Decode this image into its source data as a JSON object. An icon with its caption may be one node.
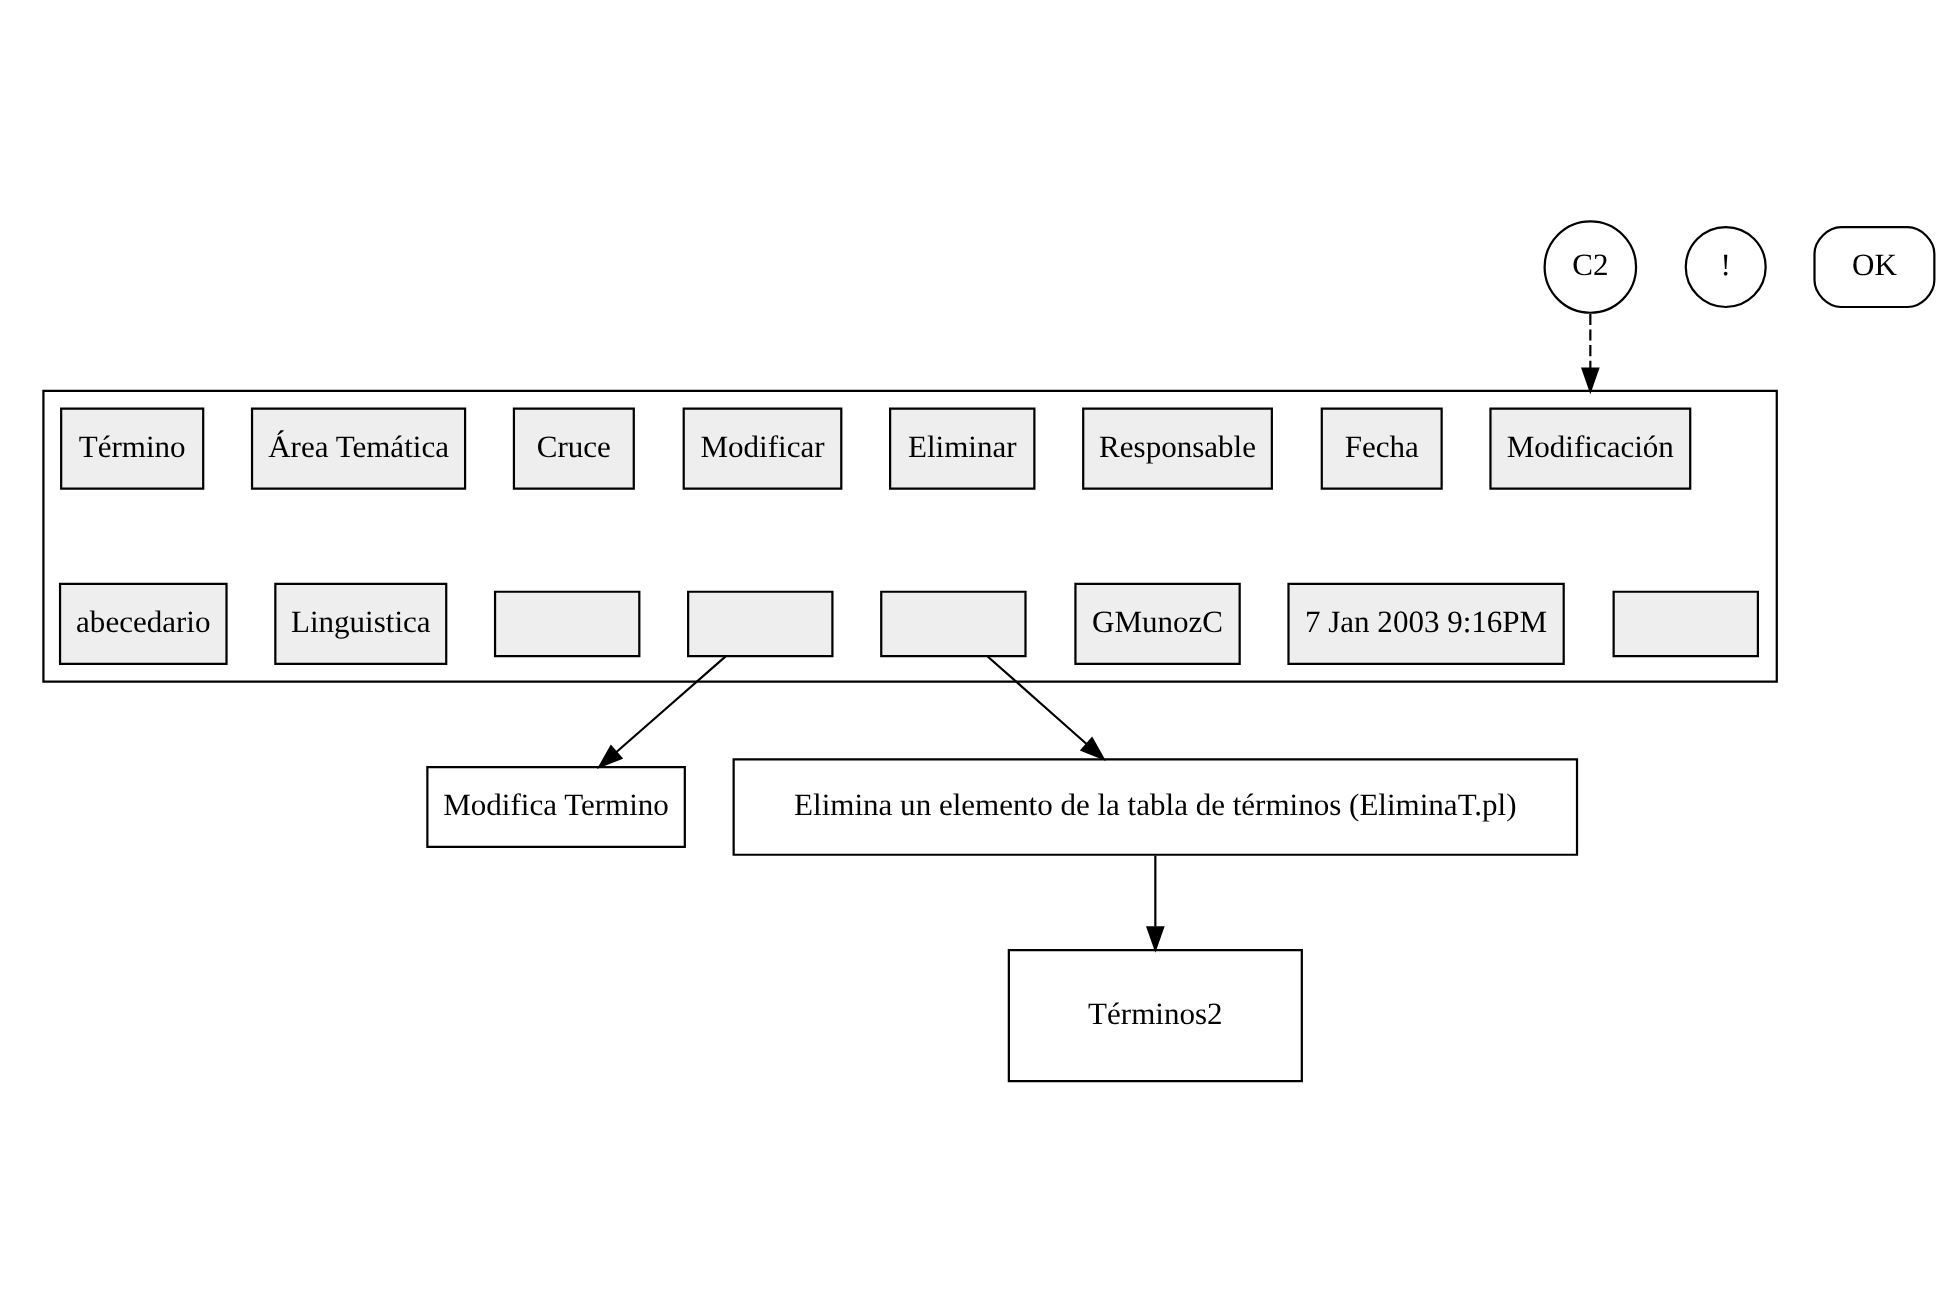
{
  "diagram": {
    "nodes": [
      {
        "text": [
          "C2"
        ]
      },
      {
        "text": [],
        "shape": "box"
      },
      {
        "text": [
          "Término"
        ],
        "in": 1
      },
      {
        "text": [
          "Área Temática"
        ],
        "in": 1
      },
      {
        "text": [
          "Cruce"
        ],
        "in": 1
      },
      {
        "text": [
          "Modificar"
        ],
        "in": 1
      },
      {
        "text": [
          "Eliminar"
        ],
        "in": 1
      },
      {
        "text": [
          "Responsable"
        ],
        "in": 1
      },
      {
        "text": [
          "Fecha"
        ],
        "in": 1
      },
      {
        "text": [
          "Modificación"
        ],
        "in": 1
      },
      {
        "text": [
          "abecedario"
        ],
        "in": 1
      },
      {
        "text": [
          "Linguistica"
        ],
        "in": 1
      },
      {
        "text": [],
        "shape": "box",
        "in": 1
      },
      {
        "text": [],
        "shape": "box",
        "in": 1
      },
      {
        "text": [],
        "shape": "box",
        "in": 1
      },
      {
        "text": [
          "GMunozC"
        ],
        "in": 1
      },
      {
        "text": [
          "7 Jan 2003 9:16PM"
        ],
        "in": 1
      },
      {
        "text": [],
        "shape": "box",
        "in": 1
      },
      {
        "text": [
          "Modifica Termino"
        ]
      },
      {
        "text": [
          "!"
        ]
      },
      {
        "text": [
          "Elimina un elemento de la tabla de términos (EliminaT.pl)"
        ]
      },
      {
        "text": [
          "OK"
        ]
      },
      {
        "text": [
          "Términos2"
        ]
      }
    ],
    "edges": [
      {
        "from": 0,
        "to": 1,
        "arrow": "to",
        "style": "dashed"
      },
      {
        "from": 13,
        "to": 18,
        "arrow": "to"
      },
      {
        "from": 14,
        "to": 20,
        "arrow": "to"
      },
      {
        "from": 20,
        "to": 22,
        "arrow": "to"
      }
    ]
  }
}
